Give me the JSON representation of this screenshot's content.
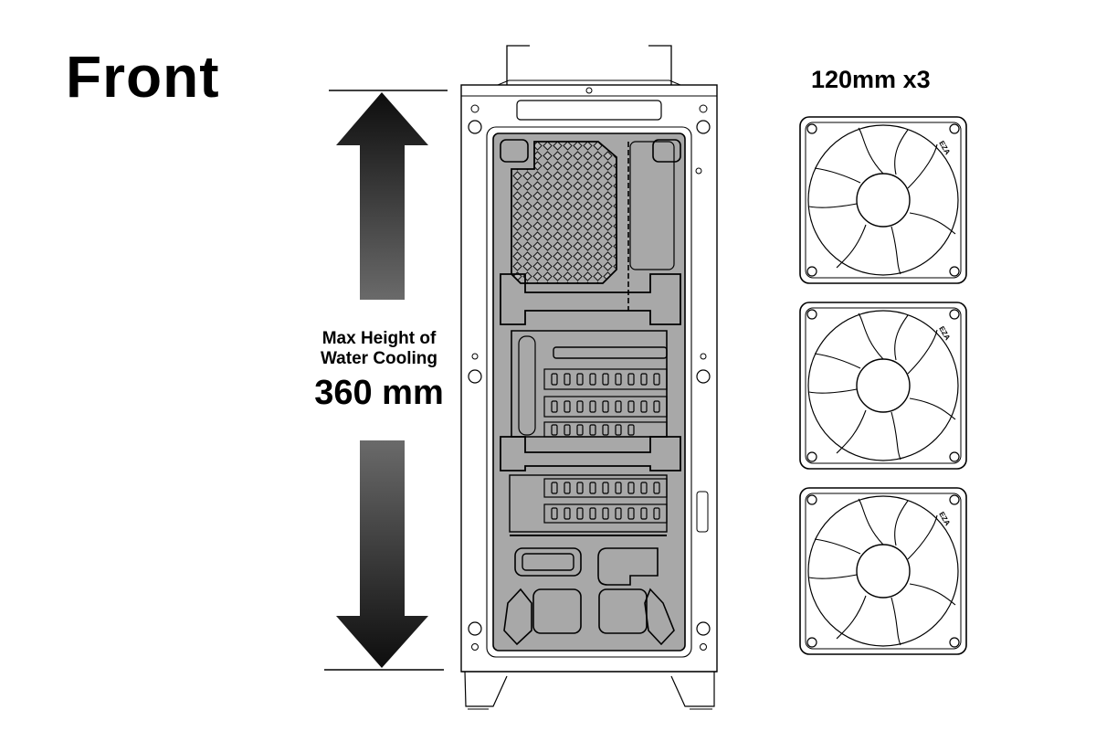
{
  "title": "Front",
  "dimension": {
    "line1": "Max Height of",
    "line2": "Water Cooling",
    "value": "360 mm"
  },
  "fans": {
    "label": "120mm x3",
    "count": 3,
    "brand_mark": "EZA"
  },
  "colors": {
    "panel_fill": "#a8a8a8",
    "outline": "#000000",
    "arrow_dark": "#111111",
    "arrow_light": "#6a6a6a"
  }
}
